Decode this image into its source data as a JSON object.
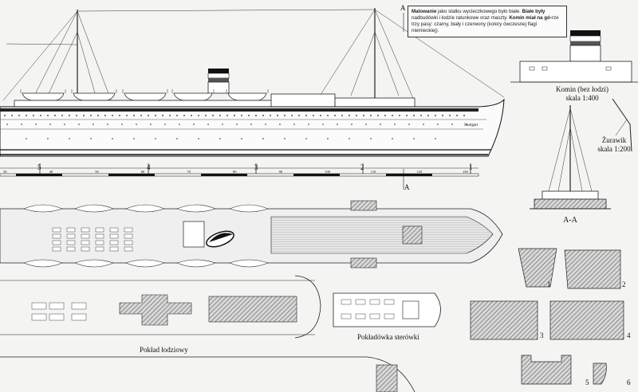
{
  "note": {
    "bold_lead": "Malowanie",
    "text_a": " jako statku wycieczkowego było białe. ",
    "bold_b": "Białe były",
    "text_b": " nadbudówki i łodzie ratunkowe oraz maszty. ",
    "bold_c": "Komin miał na gó-",
    "text_c": "rze trzy pasy: czarny, biały i czerwony (kolory ówczesnej flagi niemieckiej)."
  },
  "labels": {
    "section_marker_top": "A",
    "section_marker_bottom": "A",
    "funnel_caption": "Komin (bez łodzi)",
    "funnel_scale": "skala 1:400",
    "davit_caption": "Żurawik",
    "davit_scale": "skala 1:200",
    "section_view": "A-A",
    "boat_deck": "Pokład łodziowy",
    "wheelhouse_deck": "Pokładówka sterówki",
    "ship_name": "Stuttgart"
  },
  "frame_numbers": [
    "5",
    "4",
    "3",
    "2",
    "1"
  ],
  "scale_ticks": [
    "30",
    "40",
    "50",
    "60",
    "70",
    "80",
    "90",
    "100",
    "110",
    "120",
    "130"
  ],
  "detail_numbers": [
    "1",
    "2",
    "3",
    "4",
    "5",
    "6"
  ],
  "colors": {
    "funnel_black": "#111111",
    "funnel_white": "#ffffff",
    "funnel_red": "#b22222",
    "hatch": "#7a7a7a",
    "line": "#222222"
  }
}
